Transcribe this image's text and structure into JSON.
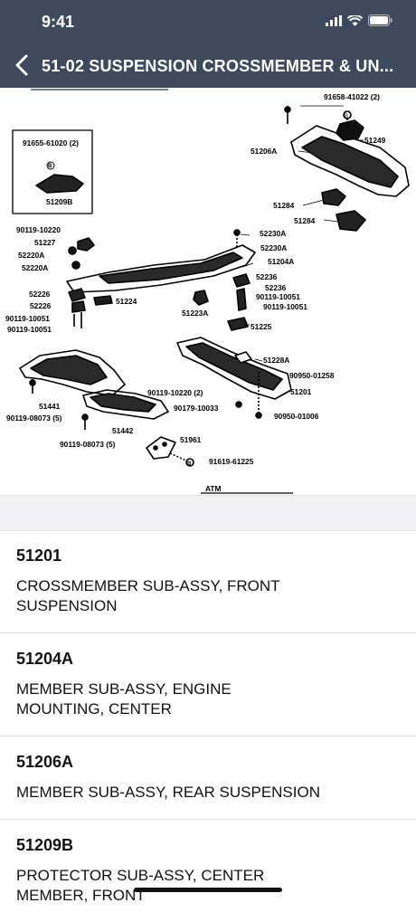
{
  "status": {
    "time": "9:41"
  },
  "header": {
    "title": "51-02 SUSPENSION CROSSMEMBER & UN..."
  },
  "diagram": {
    "labels": {
      "l1": "91658-41022 (2)",
      "l2": "51249",
      "l3": "51206A",
      "l4": "91655-61020 (2)",
      "l5": "51209B",
      "l6": "51284",
      "l7": "51284",
      "l8": "90119-10220",
      "l9": "51227",
      "l10": "52220A",
      "l11": "52220A",
      "l12": "52230A",
      "l13": "52230A",
      "l14": "51204A",
      "l15": "52236",
      "l16": "52236",
      "l17": "90119-10051",
      "l18": "90119-10051",
      "l19": "52226",
      "l20": "52226",
      "l21": "51224",
      "l22": "51223A",
      "l23": "90119-10051",
      "l24": "90119-10051",
      "l25": "51225",
      "l26": "51228A",
      "l27": "90950-01258",
      "l28": "51201",
      "l29": "90119-10220 (2)",
      "l30": "90179-10033",
      "l31": "90950-01006",
      "l32": "51441",
      "l33": "90119-08073 (5)",
      "l34": "51442",
      "l35": "90119-08073 (5)",
      "l36": "51961",
      "l37": "91619-61225",
      "l38": "ATM",
      "b1": "B",
      "b2": "B",
      "b3": "B"
    }
  },
  "parts": [
    {
      "number": "51201",
      "description": "CROSSMEMBER SUB-ASSY, FRONT SUSPENSION"
    },
    {
      "number": "51204A",
      "description": "MEMBER SUB-ASSY, ENGINE MOUNTING, CENTER"
    },
    {
      "number": "51206A",
      "description": "MEMBER SUB-ASSY, REAR SUSPENSION"
    },
    {
      "number": "51209B",
      "description": "PROTECTOR SUB-ASSY, CENTER MEMBER, FRONT"
    }
  ]
}
